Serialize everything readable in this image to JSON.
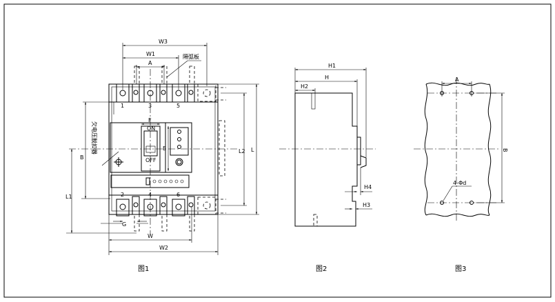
{
  "figures": {
    "fig1": {
      "caption": "图1",
      "dims": {
        "W3": "W3",
        "W1": "W1",
        "A": "A",
        "F": "F",
        "E": "E",
        "B": "B",
        "L1": "L1",
        "L2": "L2",
        "L": "L",
        "G": "G",
        "W": "W",
        "W2": "W2"
      },
      "terminals_top": [
        "1",
        "3",
        "5"
      ],
      "terminals_bottom": [
        "2",
        "4",
        "6"
      ],
      "arc_plate_label": "隔弧板",
      "undervoltage_label": "欠电压脱扣器",
      "switch_on": "ON",
      "switch_off": "OFF"
    },
    "fig2": {
      "caption": "图2",
      "dims": {
        "H1": "H1",
        "H": "H",
        "H2": "H2",
        "H4": "H4",
        "H3": "H3"
      }
    },
    "fig3": {
      "caption": "图3",
      "dims": {
        "A": "A",
        "B": "B",
        "holes": "4-Φd"
      }
    }
  }
}
